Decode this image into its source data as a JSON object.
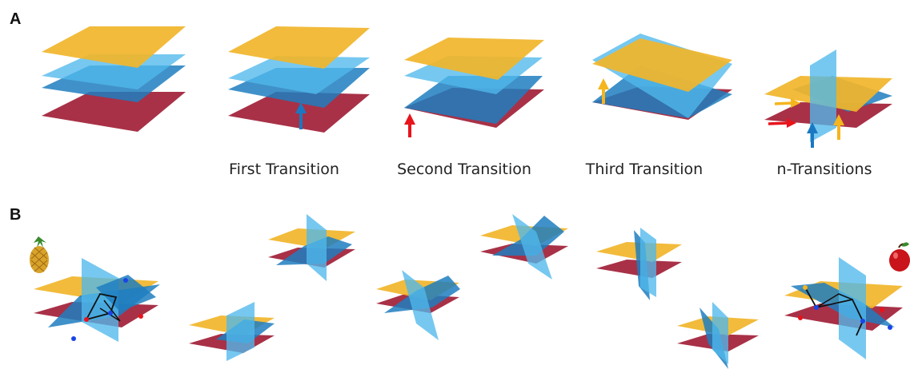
{
  "panels": {
    "a": {
      "letter": "A"
    },
    "b": {
      "letter": "B"
    }
  },
  "stages": [
    {
      "label": ""
    },
    {
      "label": "First Transition"
    },
    {
      "label": "Second Transition"
    },
    {
      "label": "Third Transition"
    },
    {
      "label": "n-Transitions"
    }
  ],
  "colors": {
    "top_sheet": "#f1b52a",
    "middle_sheet": "#4fb8ec",
    "middle_sheet_dark": "#1f7ec0",
    "bottom_sheet": "#a3263d",
    "arrow_red": "#e8141c",
    "arrow_blue": "#1a78c2",
    "arrow_yellow": "#f5b51e"
  },
  "icons": [
    "pineapple-icon",
    "apple-icon"
  ]
}
